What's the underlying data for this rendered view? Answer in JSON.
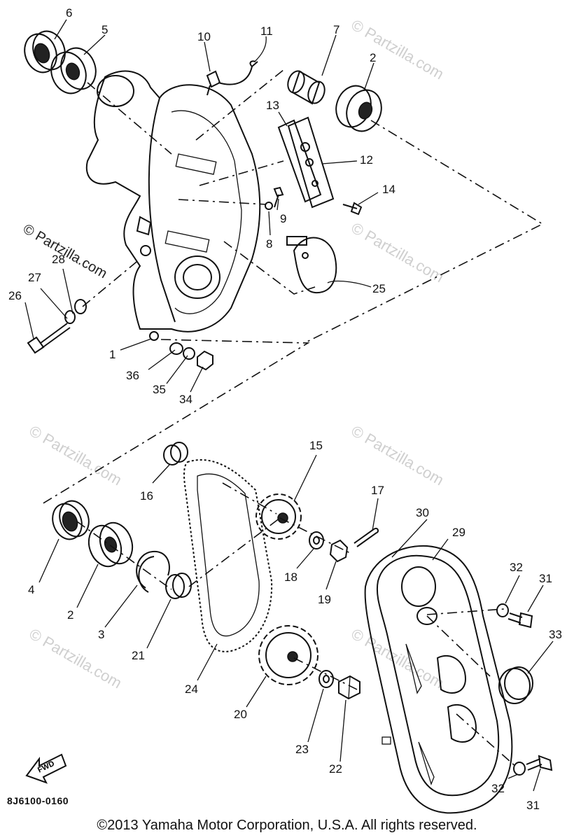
{
  "diagram": {
    "parts": {
      "p1": "1",
      "p2a": "2",
      "p2b": "2",
      "p3": "3",
      "p4": "4",
      "p5": "5",
      "p6": "6",
      "p7": "7",
      "p8": "8",
      "p9": "9",
      "p10": "10",
      "p11": "11",
      "p12": "12",
      "p13": "13",
      "p14": "14",
      "p15": "15",
      "p16": "16",
      "p17": "17",
      "p18": "18",
      "p19": "19",
      "p20": "20",
      "p21": "21",
      "p22": "22",
      "p23": "23",
      "p24": "24",
      "p25": "25",
      "p26": "26",
      "p27": "27",
      "p28": "28",
      "p29": "29",
      "p30": "30",
      "p31a": "31",
      "p31b": "31",
      "p32a": "32",
      "p32b": "32",
      "p33": "33",
      "p34": "34",
      "p35": "35",
      "p36": "36"
    },
    "front_label": "FWD",
    "code": "8J6100-0160"
  },
  "watermark": "© Partzilla.com",
  "copyright": "©2013 Yamaha Motor Corporation, U.S.A. All rights reserved.",
  "colors": {
    "ink": "#111111",
    "watermark": "#cfcfcf",
    "background": "#ffffff"
  }
}
